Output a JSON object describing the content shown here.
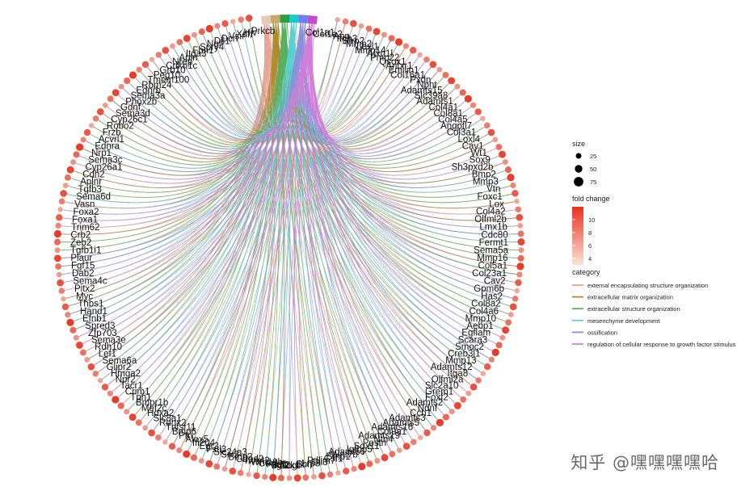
{
  "watermark": "知乎 @嘿嘿嘿嘿哈",
  "chart_data": {
    "type": "chord",
    "genes": [
      "Col1a1",
      "Col1a2",
      "App",
      "Itgb3",
      "Sfrp2",
      "Mmp2",
      "Loxl1",
      "Mmp14",
      "Atxn1l",
      "Pmp22",
      "Qsox1",
      "Antxr1",
      "Emilin1",
      "Col16a1",
      "Pxdn",
      "Npnt",
      "Adamts15",
      "Slc39a8",
      "Adamts1",
      "Col4a1",
      "Col8a1",
      "Col4a5",
      "Angptl7",
      "Col3a1",
      "Loxl4",
      "Cav1",
      "Wt1",
      "Sox9",
      "Sh3pxd2b",
      "Bmp2",
      "Mmp3",
      "Vtn",
      "Foxc1",
      "Lox",
      "Col4a2",
      "Olfml2b",
      "Lmx1b",
      "Cdc80",
      "Fermt1",
      "Sema5a",
      "Mmp16",
      "Col5a1",
      "Col23a1",
      "Cav2",
      "Gpm6b",
      "Has2",
      "Col8a2",
      "Col4a6",
      "Mmp10",
      "Aebp1",
      "Egflam",
      "Scara3",
      "Smoc2",
      "Creb3l1",
      "Mmp13",
      "Adamts12",
      "Itga8",
      "Olfml2a",
      "Slc2a10",
      "Grem1",
      "Foxf2",
      "Adamts2",
      "Ndnf",
      "Ccn1",
      "Adamts3",
      "Adamts5",
      "Adamts16",
      "Col9a1",
      "Adamts19",
      "Ntn4",
      "Postn",
      "Sox11",
      "Igfbp5",
      "Adamts6",
      "Wnt7b",
      "Bmp1",
      "Csf1",
      "Pdlim7",
      "Gli3",
      "Lrp3",
      "Shh",
      "Ilk",
      "Nog",
      "Bcl2",
      "Dlk1",
      "Igf2",
      "Fzd1",
      "Cer1",
      "Wnt10b",
      "Twist2",
      "Gdpd2",
      "Bmp3",
      "Six2",
      "Slc24a3",
      "Fstl3",
      "Egr2",
      "Ifi204",
      "Alox5",
      "Ptn",
      "Bmp6",
      "Tnfsf11",
      "Runx2",
      "Slc8a1",
      "Hoxa2",
      "Mef2c",
      "Bmpr1b",
      "Tph1",
      "Crim1",
      "Tacr1",
      "Npr2",
      "Hmga2",
      "Glipr2",
      "Sema6a",
      "Lef1",
      "Rdh10",
      "Sema3e",
      "Zfp703",
      "Spred3",
      "Efnb1",
      "Hand1",
      "Thbs1",
      "Myc",
      "Pitx2",
      "Sema4c",
      "Dab2",
      "Fgf15",
      "Plaur",
      "Tgfb1i1",
      "Zeb2",
      "Crb2",
      "Trim62",
      "Foxa1",
      "Foxa2",
      "Vasn",
      "Sema6d",
      "Tgfb3",
      "Aplnr",
      "Cdh2",
      "Cyp26a1",
      "Sema3c",
      "Nrp1",
      "Ednra",
      "Acvrl1",
      "Frzb",
      "Robo2",
      "Cyp26c1",
      "Sema3d",
      "Gdnf",
      "Phox2b",
      "Sema3a",
      "Ednrb",
      "Rbm24",
      "Tmem100",
      "Peg10",
      "Grb10",
      "Cdkn1c",
      "Nrep",
      "Apln",
      "Itga3",
      "Fbn1",
      "Spry4",
      "Ngf",
      "Dll1",
      "Dcn",
      "Vsir",
      "Xdh",
      "Hjv",
      "Prkcb"
    ],
    "categories": [
      "external encapsulating structure organization",
      "extracellular matrix organization",
      "extracellular structure organization",
      "mesenchyme development",
      "ossification",
      "regulation of cellular response to growth factor stimulus"
    ],
    "category_colors": [
      "#e8a496",
      "#a98d2e",
      "#58b060",
      "#5fcfd0",
      "#8b8fd9",
      "#d27ed9"
    ],
    "term_arc_colors": [
      "#e8c9b2",
      "#c9a86a",
      "#2f9e3e",
      "#1fc7c7",
      "#6f7ff0",
      "#c54ad1"
    ],
    "legend_size": {
      "title": "size",
      "values": [
        25,
        50,
        75
      ]
    },
    "legend_fold": {
      "title": "fold change",
      "ticks": [
        10,
        8,
        6,
        4
      ],
      "range": [
        3,
        12
      ],
      "low_color": "#fbe3d7",
      "high_color": "#e8321f"
    },
    "legend_category_title": "category"
  }
}
